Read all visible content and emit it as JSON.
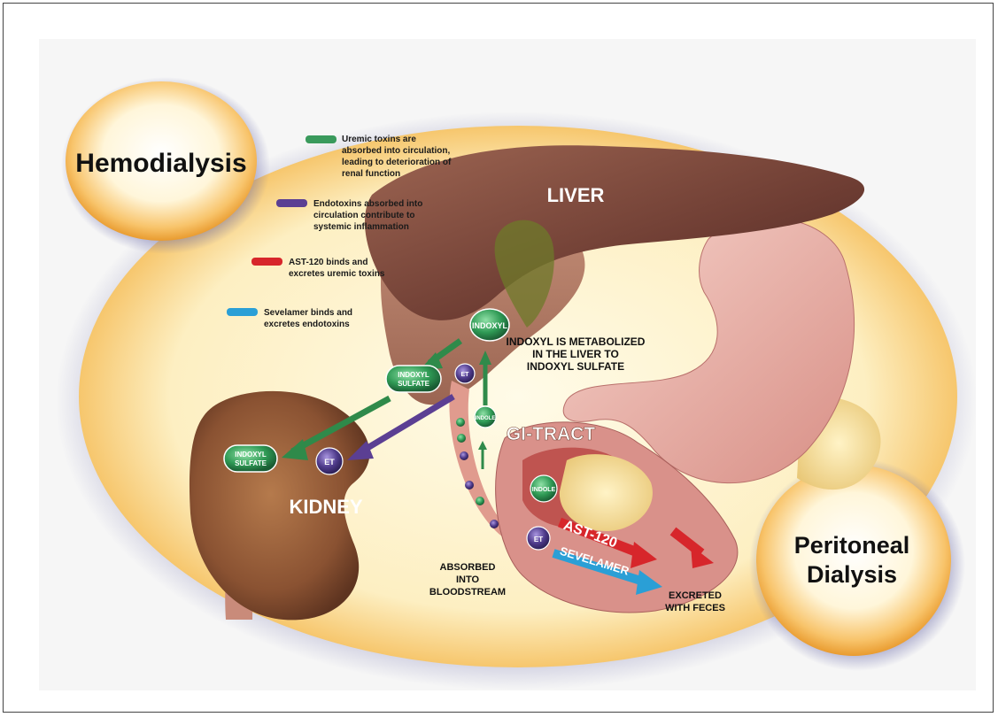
{
  "bubbles": {
    "hemodialysis": "Hemodialysis",
    "peritoneal_line1": "Peritoneal",
    "peritoneal_line2": "Dialysis"
  },
  "organs": {
    "liver": "LIVER",
    "kidney": "KIDNEY",
    "gi_tract": "GI-TRACT"
  },
  "legend": [
    {
      "color": "#3a9a5c",
      "lines": [
        "Uremic toxins are",
        "absorbed into circulation,",
        "leading to deterioration of",
        "renal function"
      ]
    },
    {
      "color": "#5b3f93",
      "lines": [
        "Endotoxins absorbed into",
        "circulation contribute to",
        "systemic inflammation"
      ]
    },
    {
      "color": "#d7262b",
      "lines": [
        "AST-120 binds and",
        "excretes uremic toxins"
      ]
    },
    {
      "color": "#2a9fd6",
      "lines": [
        "Sevelamer binds and",
        "excretes endotoxins"
      ]
    }
  ],
  "molecules": {
    "indoxyl": "INDOXYL",
    "indoxyl_sulfate_line1": "INDOXYL",
    "indoxyl_sulfate_line2": "SULFATE",
    "kidney_is_line1": "INDOXYL",
    "kidney_is_line2": "SULFATE",
    "et_liver": "ET",
    "indole_liver": "INDOLE",
    "et_kidney": "ET",
    "indole_gut": "INDOLE",
    "et_gut": "ET"
  },
  "annotations": {
    "metabolized": [
      "INDOXYL IS METABOLIZED",
      "IN THE LIVER TO",
      "INDOXYL SULFATE"
    ],
    "absorbed": [
      "ABSORBED",
      "INTO",
      "BLOODSTREAM"
    ],
    "excreted": [
      "EXCRETED",
      "WITH FECES"
    ],
    "ast120": "AST-120",
    "sevelamer": "SEVELAMER"
  },
  "colors": {
    "uremic": "#3a9a5c",
    "endotoxin": "#5b3f93",
    "ast120": "#d7262b",
    "sevelamer": "#2a9fd6",
    "liver": "#7a4a3c",
    "kidney": "#8a5535",
    "stomach": "#e9b3aa"
  }
}
